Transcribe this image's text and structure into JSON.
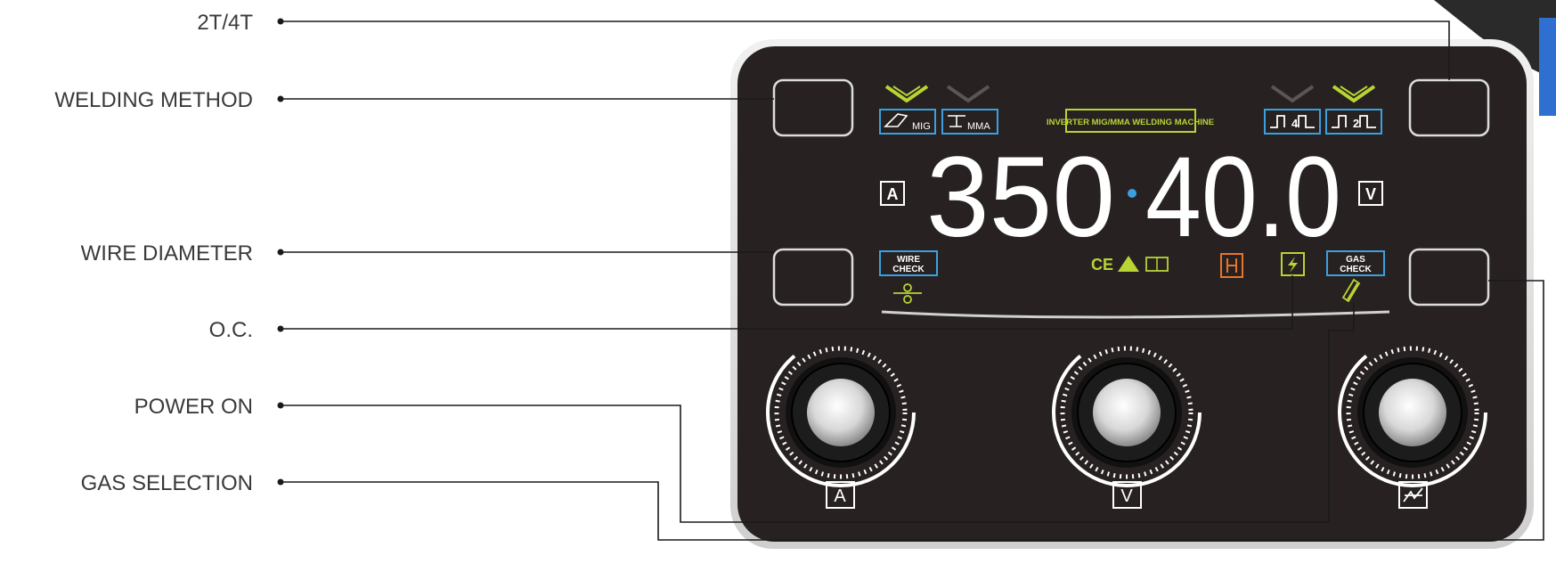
{
  "callouts": {
    "tt": "2T/4T",
    "welding_method": "WELDING METHOD",
    "wire_diameter": "WIRE DIAMETER",
    "oc": "O.C.",
    "power_on": "POWER ON",
    "gas_selection": "GAS SELECTION"
  },
  "panel": {
    "banner": "INVERTER MIG/MMA WELDING MACHINE",
    "mig": "MIG",
    "mma": "MMA",
    "four_t": "4",
    "two_t": "2",
    "current_value": "350",
    "voltage_value": "40.0",
    "unit_a": "A",
    "unit_v": "V",
    "wire_check_1": "WIRE",
    "wire_check_2": "CHECK",
    "gas_check_1": "GAS",
    "gas_check_2": "CHECK",
    "ce": "CE",
    "knob_a": "A",
    "knob_v": "V"
  },
  "colors": {
    "panel": "#272221",
    "lcd_white": "#ffffff",
    "indicator_green": "#b8d434",
    "indicator_blue": "#3aa0e0",
    "indicator_orange": "#e8742a",
    "callout_text": "#3a3a3a",
    "leader_line": "#1a1a1a"
  }
}
